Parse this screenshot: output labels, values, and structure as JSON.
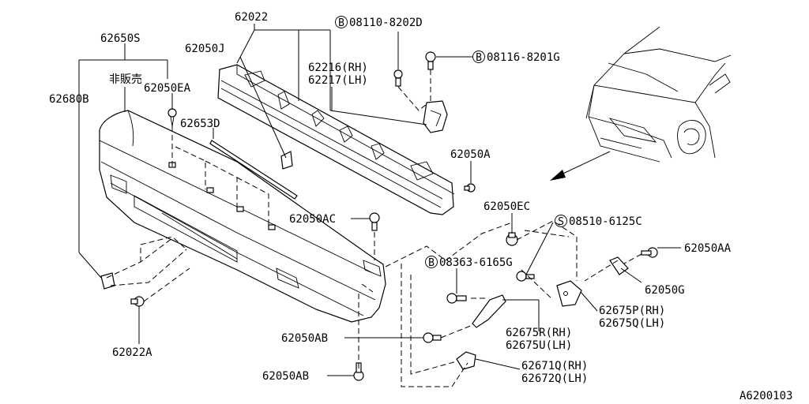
{
  "labels": {
    "p62022": "62022",
    "p62650S": "62650S",
    "p62050J": "62050J",
    "not_for_sale": "非販売",
    "p62050EA": "62050EA",
    "p62680B": "62680B",
    "p62653D": "62653D",
    "p62216": "62216(RH)",
    "p62217": "62217(LH)",
    "bolt_top_code": "08110-8202D",
    "bolt_right_code": "08116-8201G",
    "p62050A": "62050A",
    "p62050EC": "62050EC",
    "screw_code": "08510-6125C",
    "p62050AA": "62050AA",
    "p62050G": "62050G",
    "p62050AC": "62050AC",
    "bolt_mid_code": "08363-6165G",
    "p62675P": "62675P(RH)",
    "p62675Q": "62675Q(LH)",
    "p62675R": "62675R(RH)",
    "p62675U": "62675U(LH)",
    "p62050AB_1": "62050AB",
    "p62050AB_2": "62050AB",
    "p62671Q": "62671Q(RH)",
    "p62672Q": "62672Q(LH)",
    "p62022A": "62022A",
    "diagram_code": "A6200103"
  },
  "symbols": {
    "bolt": "B",
    "screw": "S"
  }
}
